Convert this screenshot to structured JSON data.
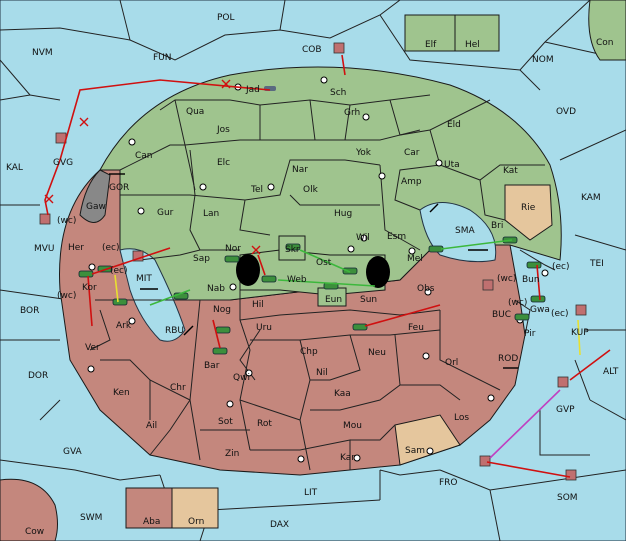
{
  "colors": {
    "sea": "#a8dcea",
    "green": "#9fc48e",
    "red": "#c4877d",
    "tan": "#e5c69d",
    "gray": "#888888"
  },
  "outer_labels": [
    {
      "id": "POL",
      "text": "POL"
    },
    {
      "id": "NVM",
      "text": "NVM"
    },
    {
      "id": "FUN",
      "text": "FUN"
    },
    {
      "id": "COB",
      "text": "COB"
    },
    {
      "id": "NOM",
      "text": "NOM"
    },
    {
      "id": "Con",
      "text": "Con"
    },
    {
      "id": "Elf",
      "text": "Elf"
    },
    {
      "id": "Hel",
      "text": "Hel"
    },
    {
      "id": "OVD",
      "text": "OVD"
    },
    {
      "id": "KAL",
      "text": "KAL"
    },
    {
      "id": "KAM",
      "text": "KAM"
    },
    {
      "id": "TEI",
      "text": "TEI"
    },
    {
      "id": "BOR",
      "text": "BOR"
    },
    {
      "id": "DOR",
      "text": "DOR"
    },
    {
      "id": "ALT",
      "text": "ALT"
    },
    {
      "id": "GVA",
      "text": "GVA"
    },
    {
      "id": "FRO",
      "text": "FRO"
    },
    {
      "id": "SOM",
      "text": "SOM"
    },
    {
      "id": "LIT",
      "text": "LIT"
    },
    {
      "id": "SWM",
      "text": "SWM"
    },
    {
      "id": "DAX",
      "text": "DAX"
    },
    {
      "id": "Cow",
      "text": "Cow"
    },
    {
      "id": "Aba",
      "text": "Aba"
    },
    {
      "id": "Orn",
      "text": "Orn"
    },
    {
      "id": "MVU",
      "text": "MVU"
    },
    {
      "id": "GVG",
      "text": "GVG"
    },
    {
      "id": "GOR",
      "text": "GOR"
    },
    {
      "id": "MIT",
      "text": "MIT"
    },
    {
      "id": "RBU",
      "text": "RBU"
    },
    {
      "id": "SMA",
      "text": "SMA"
    },
    {
      "id": "BUC",
      "text": "BUC"
    },
    {
      "id": "ROD",
      "text": "ROD"
    },
    {
      "id": "KUP",
      "text": "KUP"
    },
    {
      "id": "GVP",
      "text": "GVP"
    }
  ],
  "inner_labels": [
    {
      "id": "Jad",
      "text": "Jad"
    },
    {
      "id": "Sch",
      "text": "Sch"
    },
    {
      "id": "Qua",
      "text": "Qua"
    },
    {
      "id": "Jos",
      "text": "Jos"
    },
    {
      "id": "Grh",
      "text": "Grh"
    },
    {
      "id": "Eld",
      "text": "Eld"
    },
    {
      "id": "Can",
      "text": "Can"
    },
    {
      "id": "Yok",
      "text": "Yok"
    },
    {
      "id": "Car",
      "text": "Car"
    },
    {
      "id": "Uta",
      "text": "Uta"
    },
    {
      "id": "Kat",
      "text": "Kat"
    },
    {
      "id": "Elc",
      "text": "Elc"
    },
    {
      "id": "Nar",
      "text": "Nar"
    },
    {
      "id": "Amp",
      "text": "Amp"
    },
    {
      "id": "Tel",
      "text": "Tel"
    },
    {
      "id": "Olk",
      "text": "Olk"
    },
    {
      "id": "Rie",
      "text": "Rie"
    },
    {
      "id": "Gaw",
      "text": "Gaw"
    },
    {
      "id": "Gur",
      "text": "Gur"
    },
    {
      "id": "Lan",
      "text": "Lan"
    },
    {
      "id": "Hug",
      "text": "Hug"
    },
    {
      "id": "Bri",
      "text": "Bri"
    },
    {
      "id": "Wil",
      "text": "Wil"
    },
    {
      "id": "Esm",
      "text": "Esm"
    },
    {
      "id": "Her",
      "text": "Her"
    },
    {
      "id": "Nor",
      "text": "Nor"
    },
    {
      "id": "Skr",
      "text": "Skr"
    },
    {
      "id": "Ost",
      "text": "Ost"
    },
    {
      "id": "Mel",
      "text": "Mel"
    },
    {
      "id": "Sap",
      "text": "Sap"
    },
    {
      "id": "Web",
      "text": "Web"
    },
    {
      "id": "Bun",
      "text": "Bun"
    },
    {
      "id": "Kor",
      "text": "Kor"
    },
    {
      "id": "Nab",
      "text": "Nab"
    },
    {
      "id": "Eun",
      "text": "Eun"
    },
    {
      "id": "Sun",
      "text": "Sun"
    },
    {
      "id": "Obs",
      "text": "Obs"
    },
    {
      "id": "Ark",
      "text": "Ark"
    },
    {
      "id": "Hil",
      "text": "Hil"
    },
    {
      "id": "Nog",
      "text": "Nog"
    },
    {
      "id": "Gwa",
      "text": "Gwa"
    },
    {
      "id": "Uru",
      "text": "Uru"
    },
    {
      "id": "Feu",
      "text": "Feu"
    },
    {
      "id": "Pir",
      "text": "Pir"
    },
    {
      "id": "Ver",
      "text": "Ver"
    },
    {
      "id": "Chp",
      "text": "Chp"
    },
    {
      "id": "Neu",
      "text": "Neu"
    },
    {
      "id": "Bar",
      "text": "Bar"
    },
    {
      "id": "Qwi",
      "text": "Qwi"
    },
    {
      "id": "Nil",
      "text": "Nil"
    },
    {
      "id": "Orl",
      "text": "Orl"
    },
    {
      "id": "Ken",
      "text": "Ken"
    },
    {
      "id": "Chr",
      "text": "Chr"
    },
    {
      "id": "Kaa",
      "text": "Kaa"
    },
    {
      "id": "Ail",
      "text": "Ail"
    },
    {
      "id": "Sot",
      "text": "Sot"
    },
    {
      "id": "Rot",
      "text": "Rot"
    },
    {
      "id": "Mou",
      "text": "Mou"
    },
    {
      "id": "Los",
      "text": "Los"
    },
    {
      "id": "Sam",
      "text": "Sam"
    },
    {
      "id": "Zin",
      "text": "Zin"
    },
    {
      "id": "Kar",
      "text": "Kar"
    }
  ],
  "coast_labels": {
    "mvu_wc": "(wc)",
    "her_ec": "(ec)",
    "ark_ec": "(ec)",
    "kor_wc": "(wc)",
    "bun_wc": "(wc)",
    "bun_ec": "(ec)",
    "gwa_wc": "(wc)",
    "gwa_ec": "(ec)"
  }
}
